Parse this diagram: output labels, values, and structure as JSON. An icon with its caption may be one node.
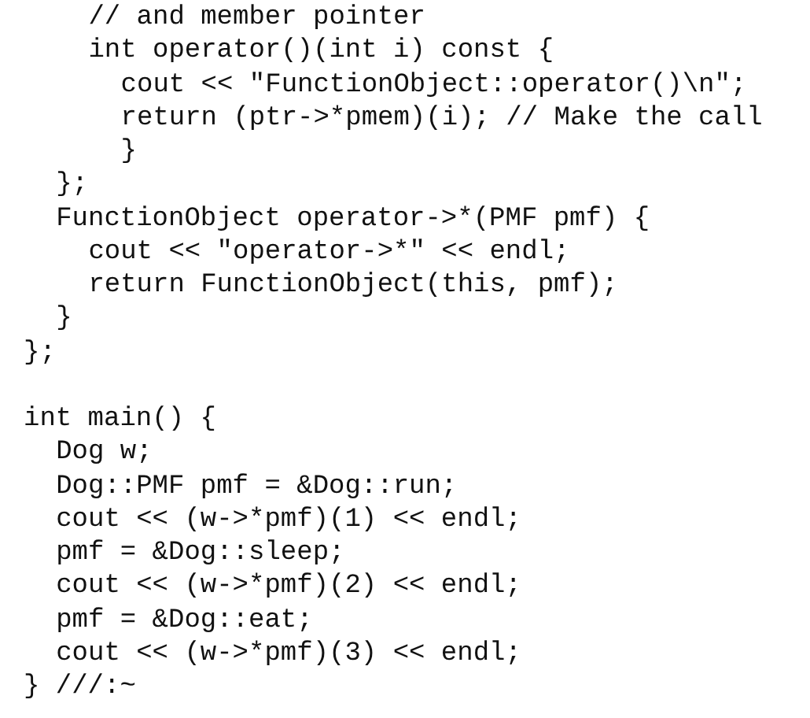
{
  "diagram": {
    "labels": [
      "// and member pointer",
      "int operator()(int i) const {",
      "cout << \"FunctionObject::operator()\\n\";",
      "return (ptr->*pmem)(i); // Make the call",
      "}",
      "};",
      "FunctionObject operator->*(PMF pmf) {",
      "cout << \"operator->*\" << endl;",
      "return FunctionObject(this, pmf);",
      "}",
      "};",
      "int main() {",
      "Dog w;",
      "Dog::PMF pmf = &Dog::run;",
      "cout << (w->*pmf)(1) << endl;",
      "pmf = &Dog::sleep;",
      "cout << (w->*pmf)(2) << endl;",
      "pmf = &Dog::eat;",
      "cout << (w->*pmf)(3) << endl;",
      "} ///:~"
    ]
  }
}
